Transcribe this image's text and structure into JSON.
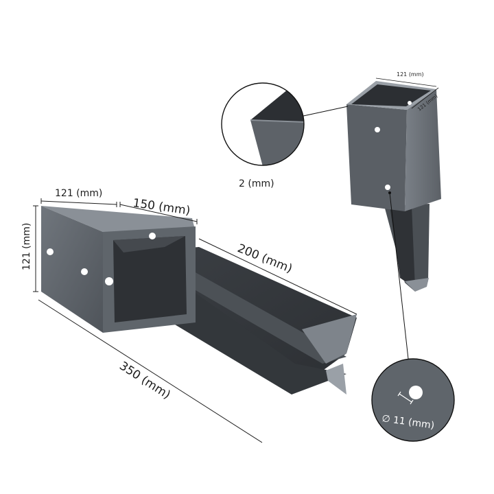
{
  "colors": {
    "steel_dark": "#3a3e43",
    "steel_mid": "#54595f",
    "steel_light": "#6e747b",
    "steel_edge": "#8b9198",
    "dimension_line": "#1c1c1c",
    "background": "#ffffff"
  },
  "main_anchor": {
    "dims": {
      "width": "121 (mm)",
      "depth": "150 (mm)",
      "height": "121 (mm)",
      "spike": "200 (mm)",
      "total": "350 (mm)"
    }
  },
  "side_anchor": {
    "dims": {
      "top_width": "121 (mm)",
      "top_depth": "121 (mm)"
    }
  },
  "details": {
    "thickness_label": "2 (mm)",
    "hole_label": "∅ 11 (mm)"
  }
}
